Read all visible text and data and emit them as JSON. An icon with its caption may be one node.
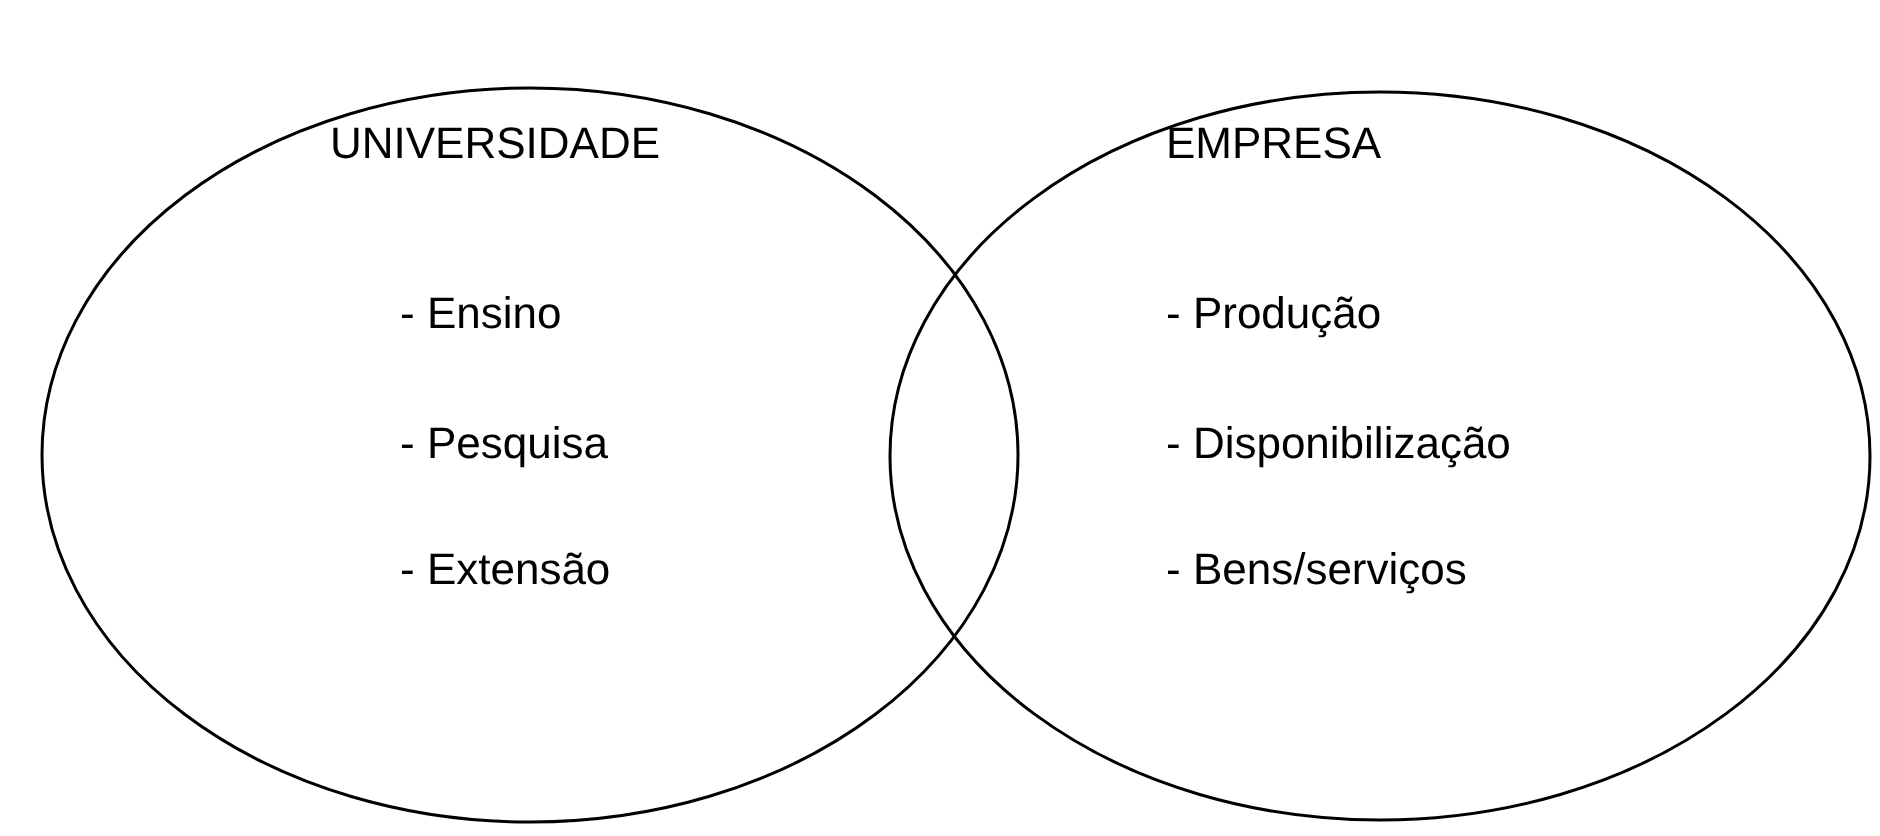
{
  "diagram": {
    "nodes": [
      {
        "text": [
          "UNIVERSIDADE",
          "- Ensino",
          "- Pesquisa",
          "- Extensão"
        ]
      },
      {
        "text": [
          "EMPRESA",
          "- Produção",
          "- Disponibilização",
          "- Bens/serviços"
        ]
      }
    ]
  }
}
